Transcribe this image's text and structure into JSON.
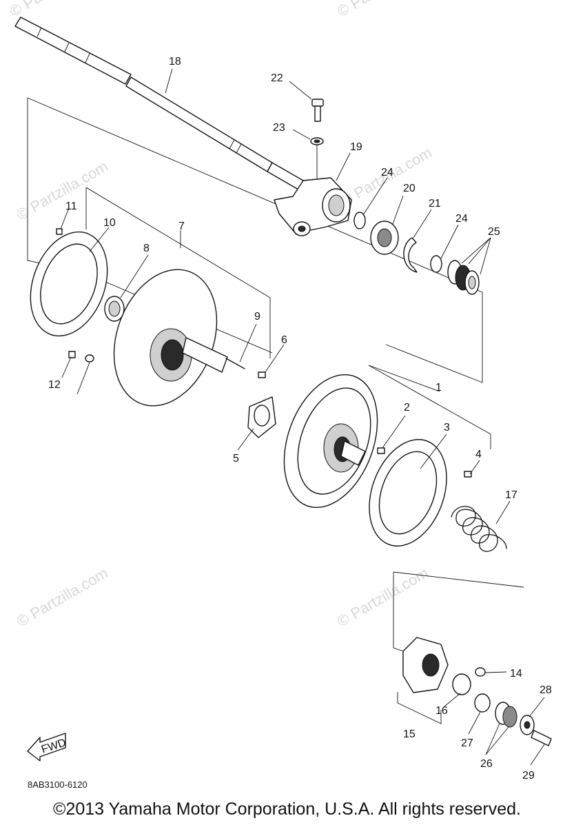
{
  "diagram_code": "8AB3100-6120",
  "copyright": "©2013 Yamaha Motor Corporation, U.S.A. All rights reserved.",
  "watermark": "© Partzilla.com",
  "fwd_label": "FWD",
  "callouts": [
    "1",
    "2",
    "3",
    "4",
    "5",
    "6",
    "7",
    "8",
    "9",
    "10",
    "11",
    "12",
    "14",
    "15",
    "16",
    "17",
    "18",
    "19",
    "20",
    "21",
    "22",
    "23",
    "24",
    "25",
    "26",
    "27",
    "28",
    "29"
  ]
}
